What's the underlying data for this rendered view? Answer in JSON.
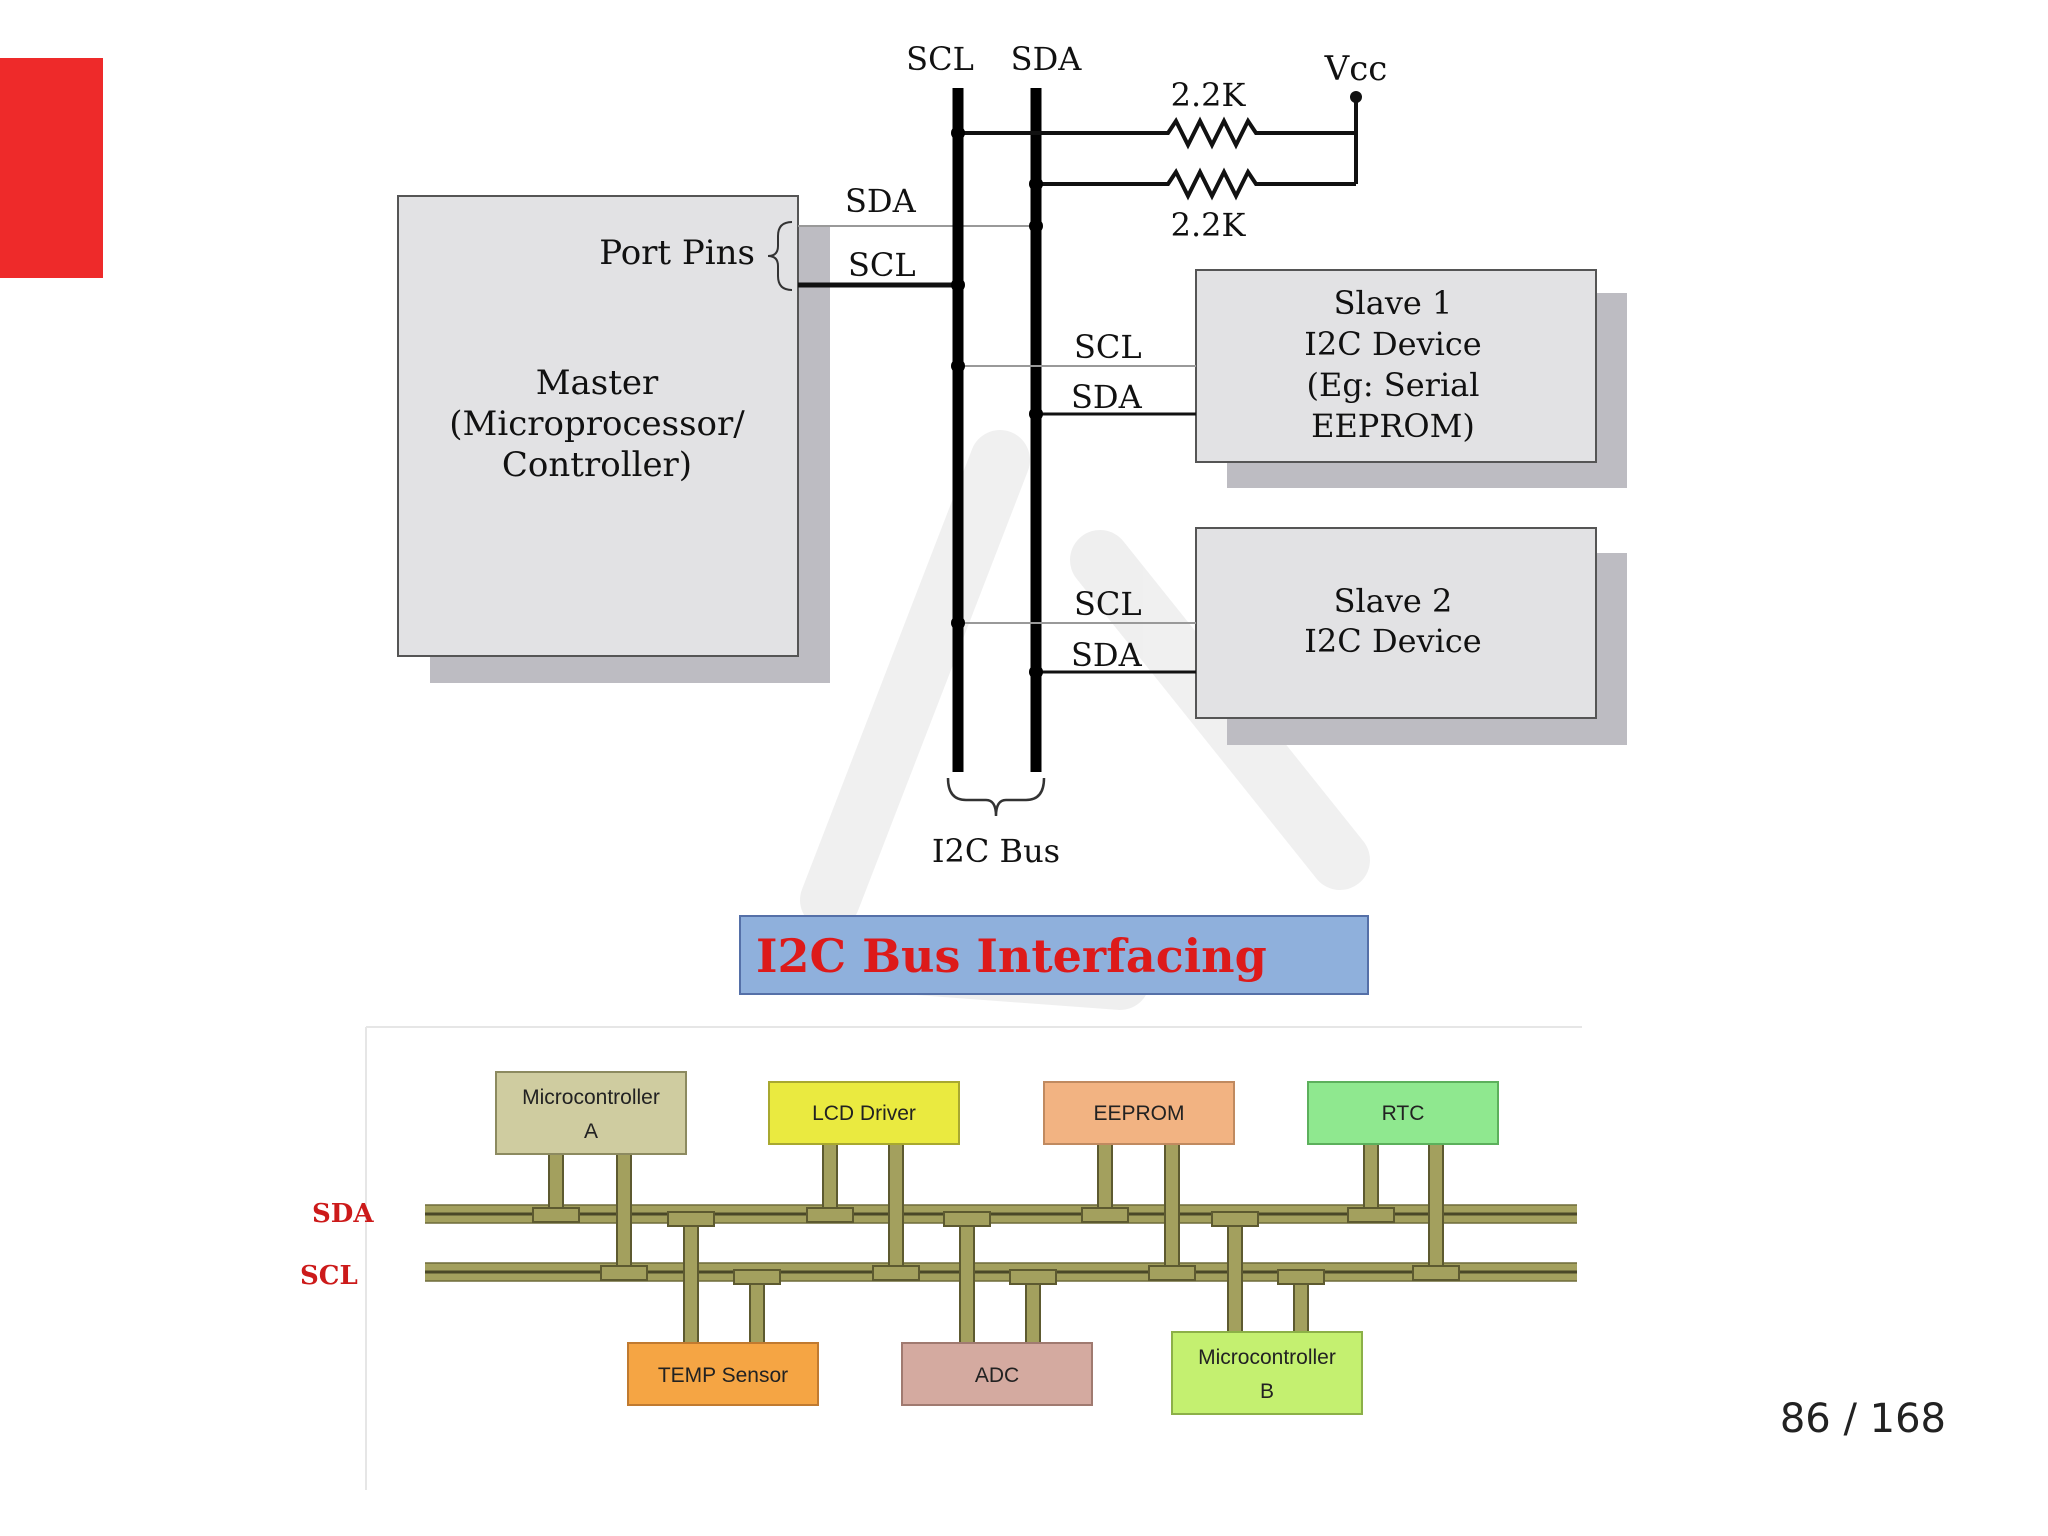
{
  "slide": {
    "accent_color": "#ee2a2a",
    "page_number": "86 / 168"
  },
  "top_diagram": {
    "bus_labels": {
      "scl": "SCL",
      "sda": "SDA"
    },
    "vcc": "Vcc",
    "resistor_1": "2.2K",
    "resistor_2": "2.2K",
    "master": {
      "port_pins": "Port Pins",
      "sda_label": "SDA",
      "scl_label": "SCL",
      "lines": [
        "Master",
        "(Microprocessor/",
        "Controller)"
      ]
    },
    "slave1": {
      "scl_label": "SCL",
      "sda_label": "SDA",
      "lines": [
        "Slave 1",
        "I2C Device",
        "(Eg: Serial",
        "EEPROM)"
      ]
    },
    "slave2": {
      "scl_label": "SCL",
      "sda_label": "SDA",
      "lines": [
        "Slave 2",
        "I2C Device"
      ]
    },
    "bus_name": "I2C Bus"
  },
  "banner": {
    "title": "I2C Bus Interfacing",
    "bg_color": "#8fb0dc",
    "text_color": "#dd1a1a"
  },
  "bottom_diagram": {
    "sda_label": "SDA",
    "scl_label": "SCL",
    "pipe_color": "#a3a05e",
    "top_devices": [
      {
        "line1": "Microcontroller",
        "line2": "A",
        "color": "#cfcca0"
      },
      {
        "line1": "LCD Driver",
        "line2": "",
        "color": "#eaea40"
      },
      {
        "line1": "EEPROM",
        "line2": "",
        "color": "#f2b382"
      },
      {
        "line1": "RTC",
        "line2": "",
        "color": "#8fe88f"
      }
    ],
    "bottom_devices": [
      {
        "line1": "TEMP Sensor",
        "line2": "",
        "color": "#f5a544"
      },
      {
        "line1": "ADC",
        "line2": "",
        "color": "#d4aaa0"
      },
      {
        "line1": "Microcontroller",
        "line2": "B",
        "color": "#c4f070"
      }
    ]
  }
}
